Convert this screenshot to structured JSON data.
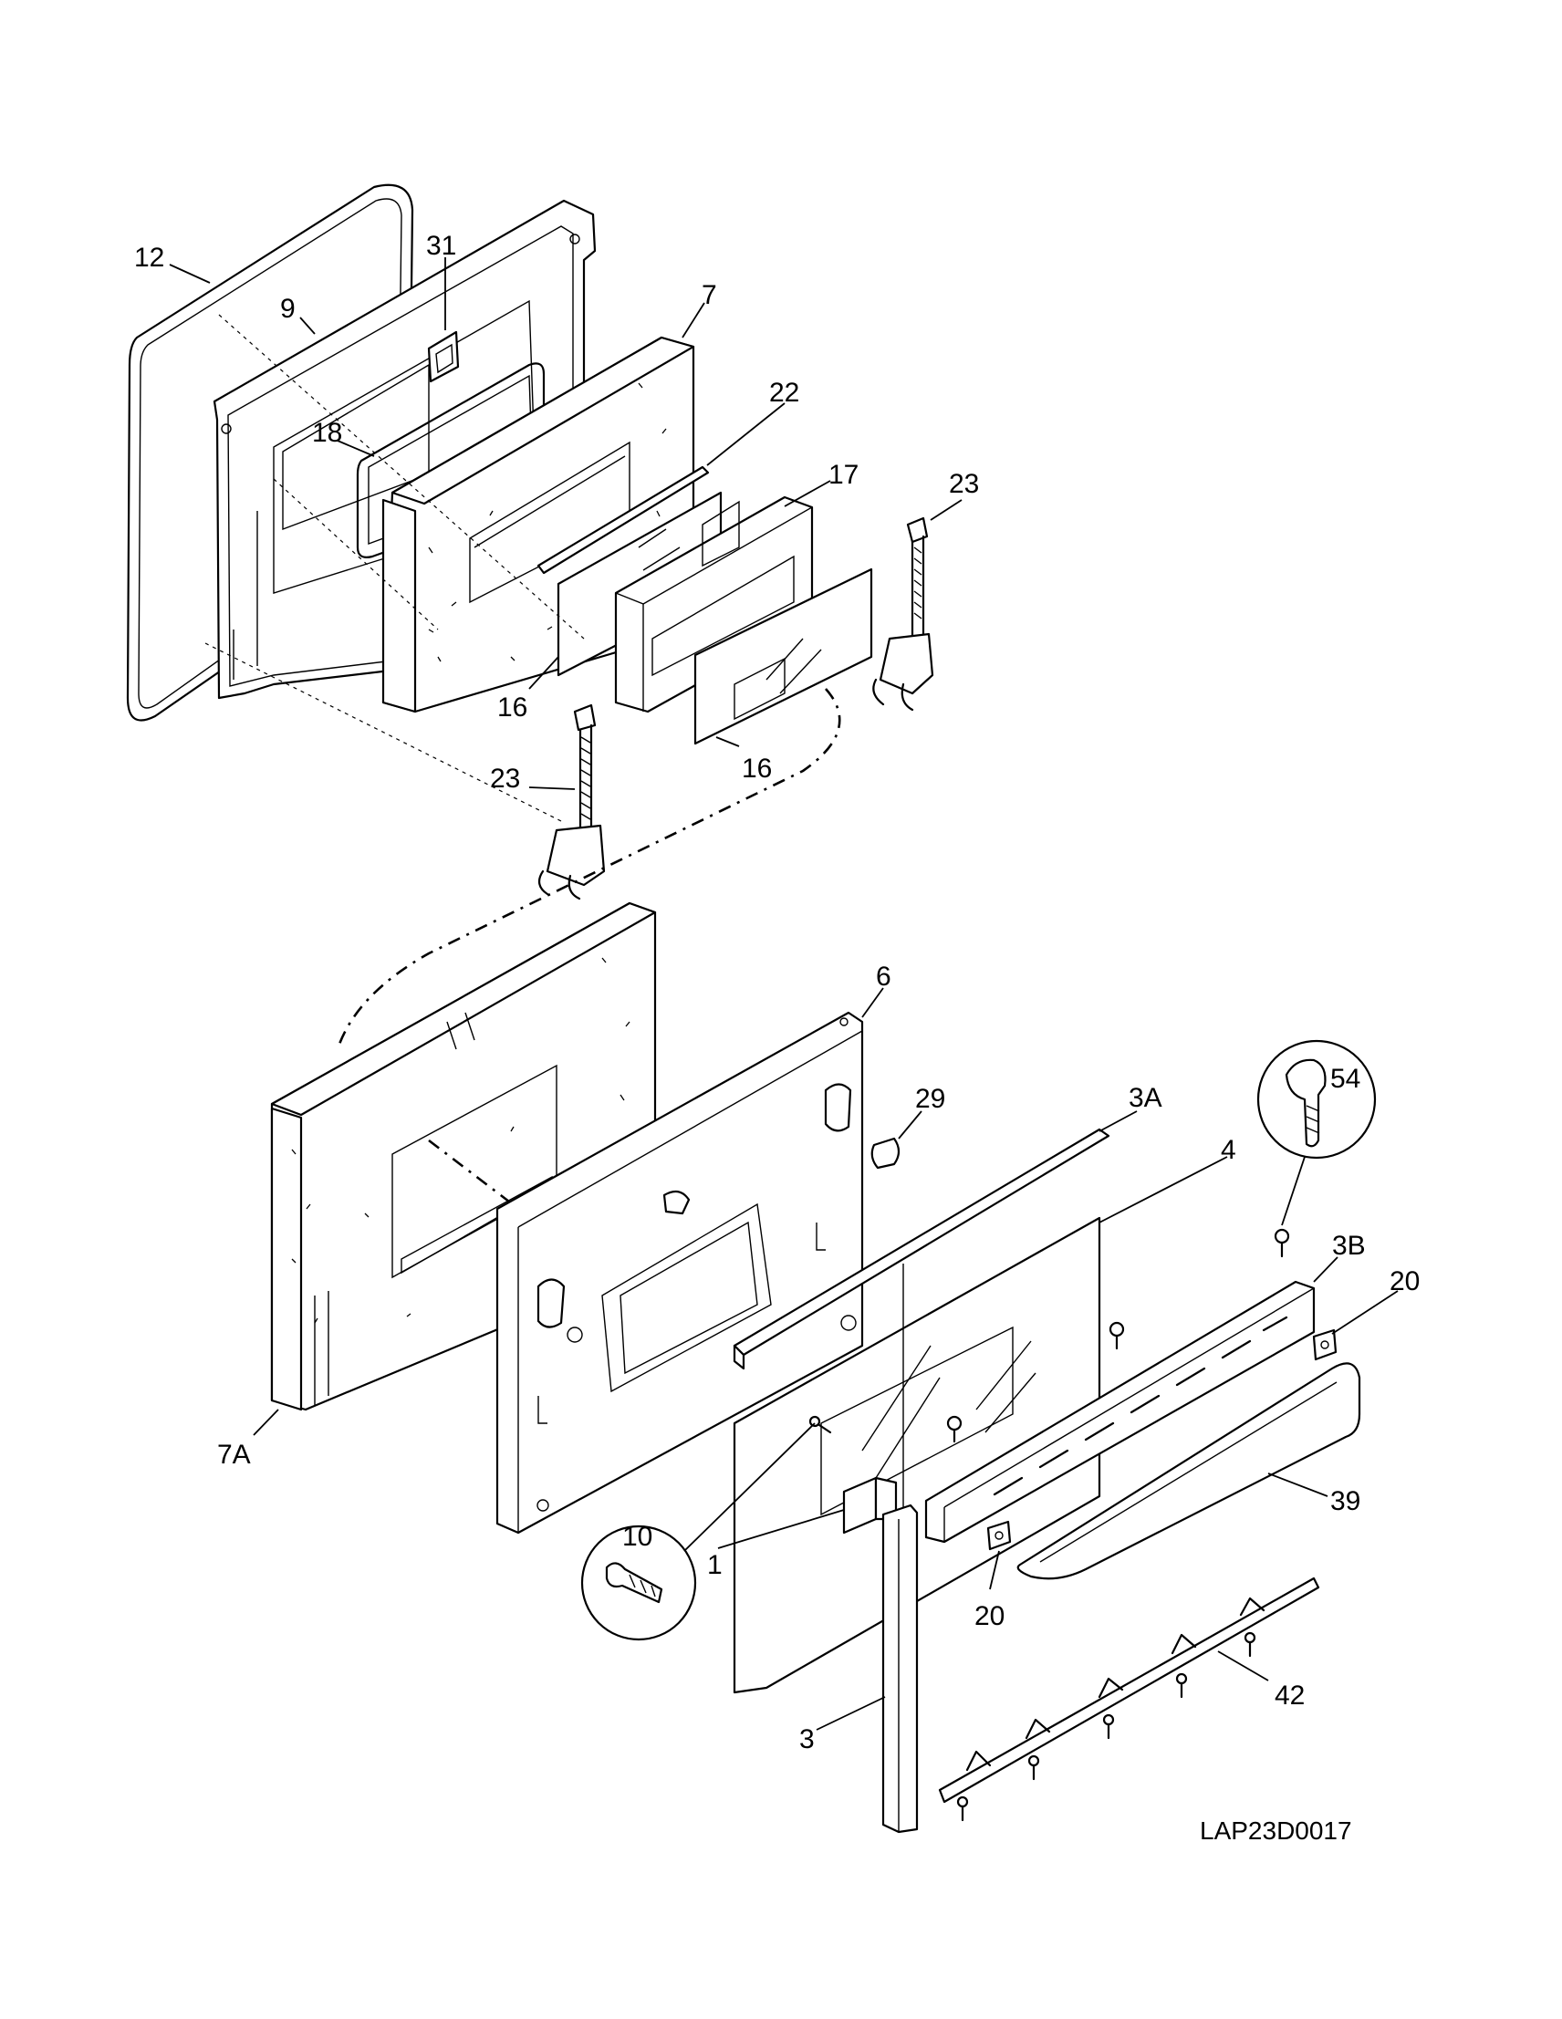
{
  "drawing_number": "LAP23D0017",
  "callouts": [
    {
      "id": "c-12",
      "text": "12"
    },
    {
      "id": "c-31",
      "text": "31"
    },
    {
      "id": "c-9",
      "text": "9"
    },
    {
      "id": "c-7",
      "text": "7"
    },
    {
      "id": "c-22",
      "text": "22"
    },
    {
      "id": "c-18",
      "text": "18"
    },
    {
      "id": "c-17",
      "text": "17"
    },
    {
      "id": "c-23a",
      "text": "23"
    },
    {
      "id": "c-16a",
      "text": "16"
    },
    {
      "id": "c-16b",
      "text": "16"
    },
    {
      "id": "c-23b",
      "text": "23"
    },
    {
      "id": "c-6",
      "text": "6"
    },
    {
      "id": "c-54",
      "text": "54"
    },
    {
      "id": "c-29",
      "text": "29"
    },
    {
      "id": "c-3A",
      "text": "3A"
    },
    {
      "id": "c-4",
      "text": "4"
    },
    {
      "id": "c-3B",
      "text": "3B"
    },
    {
      "id": "c-20a",
      "text": "20"
    },
    {
      "id": "c-7A",
      "text": "7A"
    },
    {
      "id": "c-39",
      "text": "39"
    },
    {
      "id": "c-10",
      "text": "10"
    },
    {
      "id": "c-1",
      "text": "1"
    },
    {
      "id": "c-20b",
      "text": "20"
    },
    {
      "id": "c-42",
      "text": "42"
    },
    {
      "id": "c-3",
      "text": "3"
    }
  ]
}
